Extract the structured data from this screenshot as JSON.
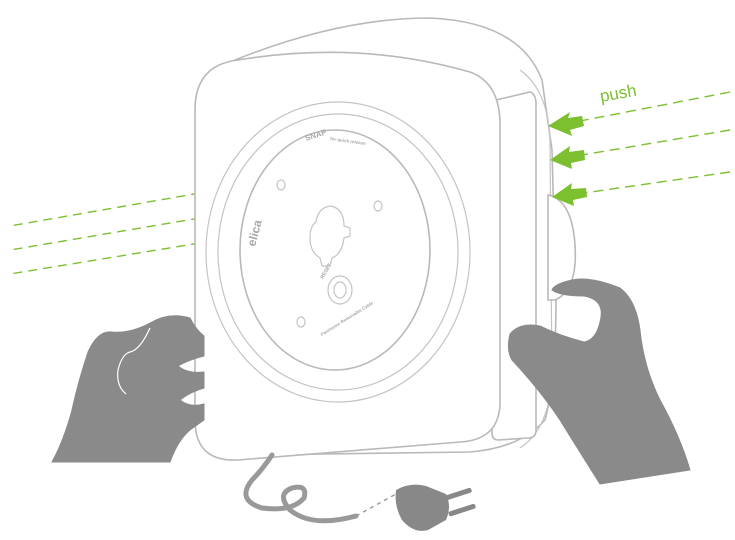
{
  "labels": {
    "push": "push",
    "brand": "elica",
    "snap": "SNAP",
    "snap_sub": "for quick release",
    "reset": "RESET",
    "bottom_text": "Fan/motor Removable Cable"
  },
  "colors": {
    "accent": "#7cbf2f",
    "device_outline": "#b9b9b9",
    "hands": "#8a8a8a",
    "plug": "#888888"
  },
  "icons": [
    "right-hand-icon",
    "left-hand-icon",
    "power-plug-icon",
    "push-arrow-icon"
  ]
}
